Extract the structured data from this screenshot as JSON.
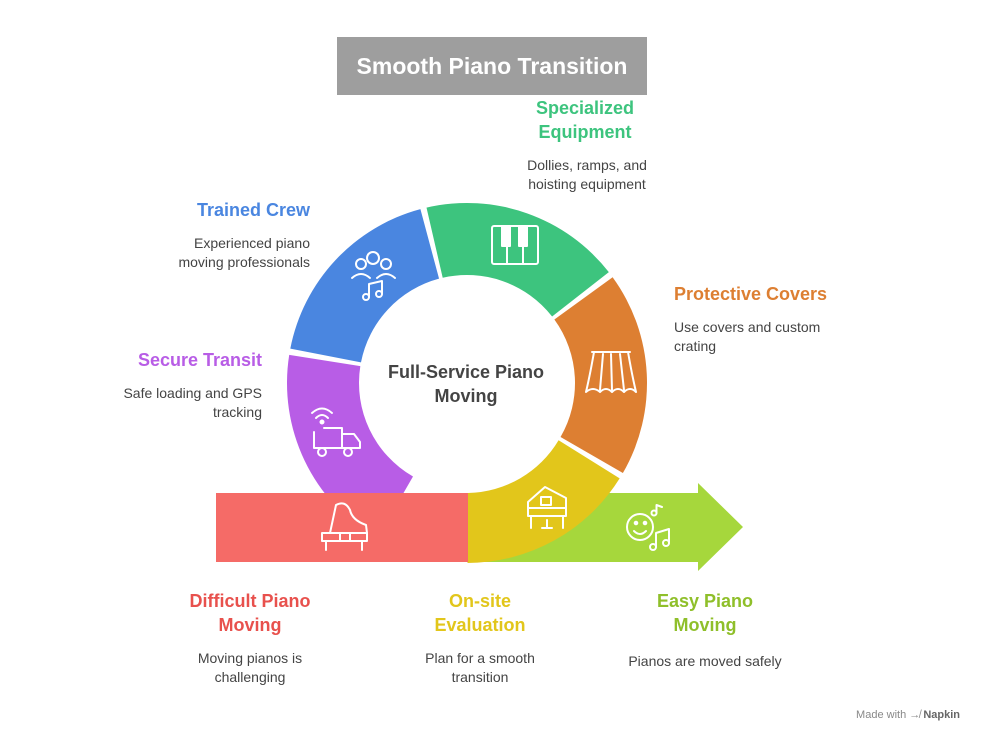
{
  "title": "Smooth Piano Transition",
  "center_label": "Full-Service Piano Moving",
  "segments": {
    "equipment": {
      "title": "Specialized Equipment",
      "desc": "Dollies, ramps, and hoisting equipment",
      "color": "#3dc47e",
      "icon": "piano-keys-icon"
    },
    "crew": {
      "title": "Trained Crew",
      "desc": "Experienced piano moving professionals",
      "color": "#4a86e0",
      "icon": "crew-music-icon"
    },
    "covers": {
      "title": "Protective Covers",
      "desc": "Use covers and custom crating",
      "color": "#dd7f32",
      "icon": "cover-drape-icon"
    },
    "transit": {
      "title": "Secure Transit",
      "desc": "Safe loading and GPS tracking",
      "color": "#b85de6",
      "icon": "tracking-truck-icon"
    },
    "difficult": {
      "title": "Difficult Piano Moving",
      "desc": "Moving pianos is challenging",
      "color": "#f56b67",
      "icon": "grand-piano-icon"
    },
    "evaluation": {
      "title": "On-site Evaluation",
      "desc": "Plan for a smooth transition",
      "color": "#e2c61b",
      "icon": "upright-piano-icon"
    },
    "easy": {
      "title": "Easy Piano Moving",
      "desc": "Pianos are moved safely",
      "color": "#a6d73c",
      "icon": "happy-music-icon"
    }
  },
  "brand": {
    "prefix": "Made with",
    "name": "Napkin"
  }
}
